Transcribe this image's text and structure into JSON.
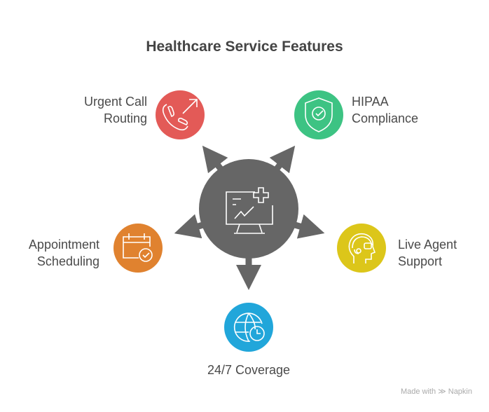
{
  "title": "Healthcare Service Features",
  "center": {
    "icon": "monitor-medical-chart-icon",
    "color": "#666666"
  },
  "features": [
    {
      "label_line1": "Urgent Call",
      "label_line2": "Routing",
      "icon": "phone-arrow-icon",
      "color": "#E35A57"
    },
    {
      "label_line1": "HIPAA",
      "label_line2": "Compliance",
      "icon": "shield-check-icon",
      "color": "#3DC383"
    },
    {
      "label_line1": "Appointment",
      "label_line2": "Scheduling",
      "icon": "calendar-check-icon",
      "color": "#E0822F"
    },
    {
      "label_line1": "Live Agent",
      "label_line2": "Support",
      "icon": "headset-agent-icon",
      "color": "#DCC61A"
    },
    {
      "label": "24/7 Coverage",
      "icon": "globe-clock-icon",
      "color": "#21A6DA"
    }
  ],
  "footer": {
    "made_with": "Made with",
    "brand": "Napkin"
  }
}
